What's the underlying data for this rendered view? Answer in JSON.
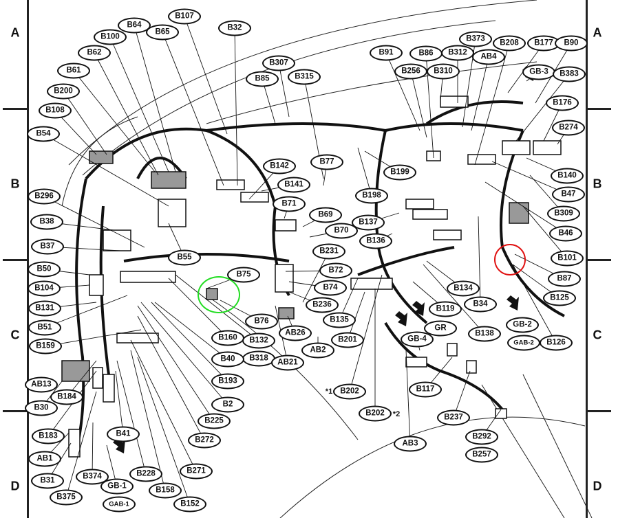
{
  "zone_markers": [
    "A",
    "B",
    "C",
    "D"
  ],
  "highlight_colors": {
    "green": "#22dd22",
    "red": "#e01010"
  },
  "callouts": [
    "B107",
    "B64",
    "B65",
    "B100",
    "B32",
    "B62",
    "B61",
    "B200",
    "B108",
    "B54",
    "B307",
    "B85",
    "B315",
    "B91",
    "B86",
    "B312",
    "B373",
    "B208",
    "B177",
    "B90",
    "AB4",
    "B256",
    "B310",
    "GB-3",
    "B383",
    "B176",
    "B274",
    "B142",
    "B141",
    "B77",
    "B199",
    "B198",
    "B140",
    "B47",
    "B71",
    "B69",
    "B70",
    "B137",
    "B136",
    "B309",
    "B46",
    "B101",
    "B87",
    "B125",
    "B296",
    "B38",
    "B37",
    "B55",
    "B50",
    "B104",
    "B131",
    "B51",
    "B159",
    "B75",
    "B72",
    "B74",
    "B236",
    "B135",
    "B201",
    "B76",
    "B160",
    "B132",
    "B318",
    "AB26",
    "AB21",
    "AB2",
    "B40",
    "B193",
    "B2",
    "B225",
    "B272",
    "B271",
    "B228",
    "B158",
    "B152",
    "GB-1",
    "GAB-1",
    "B374",
    "B375",
    "B31",
    "AB1",
    "B183",
    "B30",
    "B184",
    "AB13",
    "B41",
    "B134",
    "B34",
    "B119",
    "B138",
    "GR",
    "GB-4",
    "B117",
    "B237",
    "B202",
    "B202",
    "AB3",
    "B292",
    "B257",
    "GB-2",
    "GAB-2",
    "B126",
    "B231"
  ],
  "notes": [
    "*1",
    "*2"
  ]
}
